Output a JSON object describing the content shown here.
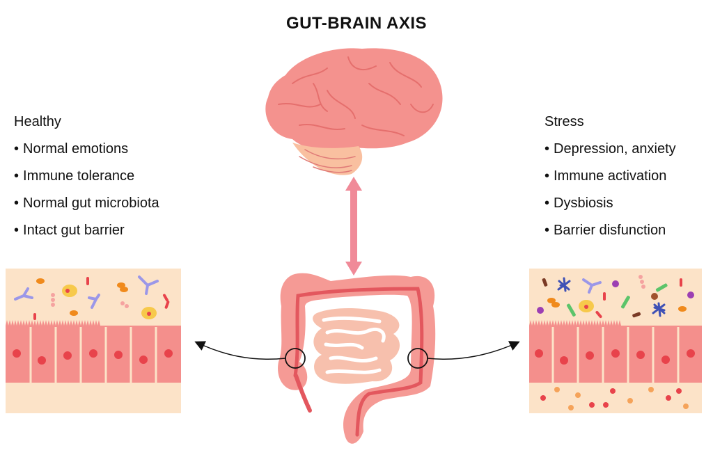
{
  "title": "GUT-BRAIN AXIS",
  "healthy": {
    "heading": "Healthy",
    "items": [
      "Normal emotions",
      "Immune tolerance",
      "Normal gut microbiota",
      "Intact gut barrier"
    ]
  },
  "stress": {
    "heading": "Stress",
    "items": [
      "Depression, anxiety",
      "Immune activation",
      "Dysbiosis",
      "Barrier disfunction"
    ]
  },
  "colors": {
    "brain": "#f4928e",
    "brain_dark": "#e56f6d",
    "cerebellum": "#f9c0a0",
    "arrow": "#f08a98",
    "intestine": "#f59a95",
    "intestine_dark": "#e3575e",
    "small_intestine": "#f7c0ad",
    "cell": "#f48f8c",
    "nucleus": "#e8434b",
    "tissue_bg": "#fce3c8"
  }
}
